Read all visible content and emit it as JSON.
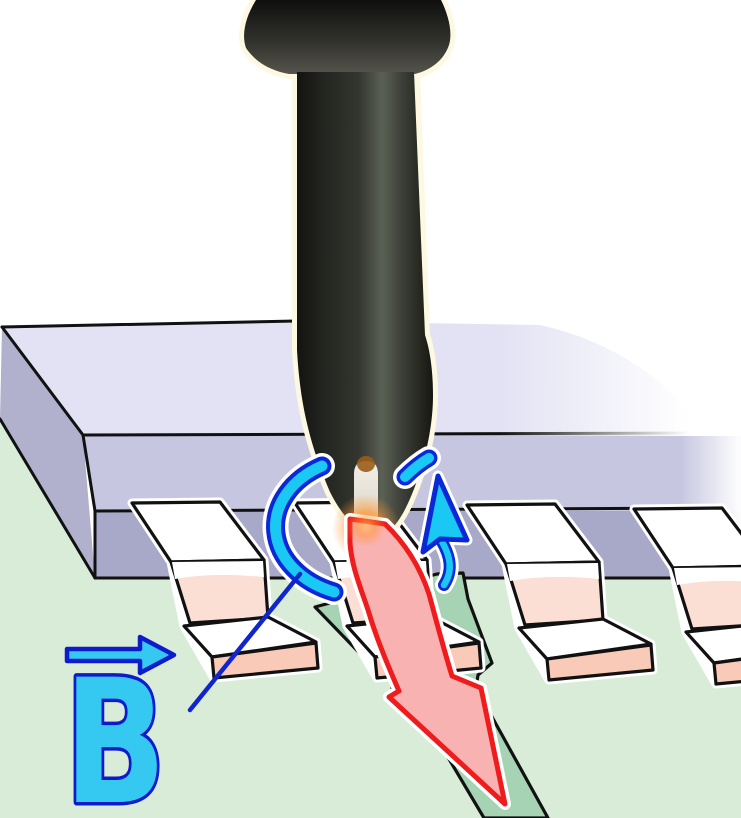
{
  "diagram": {
    "type": "physics-illustration",
    "description": "Magnetic-field probe held over an IC gull-wing lead; current flows down the lead into a PCB trace while the magnetic field B circles the lead",
    "labels": {
      "field_vector": "B"
    },
    "elements": [
      "probe",
      "ic-package",
      "ic-leads",
      "pcb-board",
      "copper-trace",
      "magnetic-field-ring-arrow",
      "current-arrow",
      "b-field-vector-label",
      "pointer-line"
    ],
    "colors": {
      "background": "#ffffff",
      "pcb_green": "#d8ecd8",
      "trace_green": "#a6d3b3",
      "chip_top": "#e2e2f4",
      "chip_front": "#c6c6e1",
      "chip_front_lower": "#a8a8c9",
      "chip_side": "#b1b1cd",
      "lead_white": "#ffffff",
      "lead_reflection": "#fbdfd5",
      "lead_foot_edge": "#f8cab7",
      "outline_black": "#111111",
      "field_cyan": "#19c9f4",
      "field_blue_outline": "#0a28d8",
      "label_cyan": "#35c9f2",
      "label_blue_outline": "#0d1bcd",
      "current_pink": "#f9b2b2",
      "current_red": "#ee1c1c",
      "probe_black": "#232320",
      "tip_glow_orange": "#ff9430"
    }
  }
}
